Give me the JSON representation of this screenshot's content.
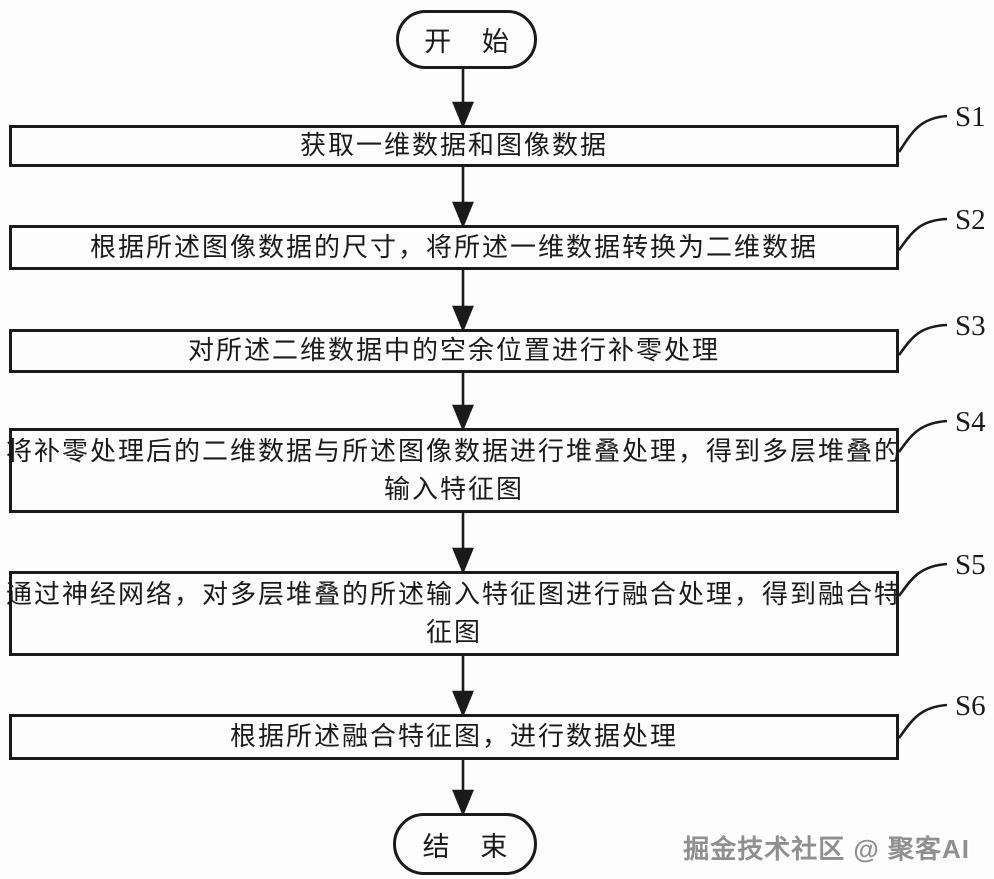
{
  "diagram": {
    "type": "flowchart",
    "direction": "top-down",
    "ink_color": "#1a1a1a",
    "background_color": "#fdfdfd",
    "watermark_color": "#8f8f8f"
  },
  "terminals": {
    "start": "开 始",
    "end": "结 束"
  },
  "steps": [
    {
      "id": "S1",
      "lines": [
        "获取一维数据和图像数据"
      ]
    },
    {
      "id": "S2",
      "lines": [
        "根据所述图像数据的尺寸，将所述一维数据转换为二维数据"
      ]
    },
    {
      "id": "S3",
      "lines": [
        "对所述二维数据中的空余位置进行补零处理"
      ]
    },
    {
      "id": "S4",
      "lines": [
        "将补零处理后的二维数据与所述图像数据进行堆叠处理，得到多层堆叠的",
        "输入特征图"
      ]
    },
    {
      "id": "S5",
      "lines": [
        "通过神经网络，对多层堆叠的所述输入特征图进行融合处理，得到融合特",
        "征图"
      ]
    },
    {
      "id": "S6",
      "lines": [
        "根据所述融合特征图，进行数据处理"
      ]
    }
  ],
  "flow": [
    "开始 → S1 → S2 → S3 → S4 → S5 → S6 → 结束"
  ],
  "watermark": "掘金技术社区 @ 聚客AI"
}
